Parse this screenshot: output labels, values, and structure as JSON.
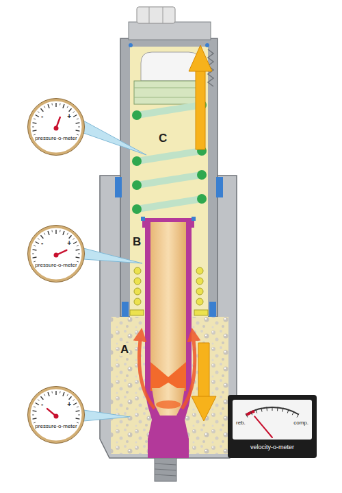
{
  "diagram": {
    "nodes": [
      {
        "text": [
          "-",
          "+",
          "pressure-o-meter"
        ]
      },
      {
        "text": [
          "-",
          "+",
          "pressure-o-meter"
        ]
      },
      {
        "text": [
          "-",
          "+",
          "pressure-o-meter"
        ]
      },
      {
        "text": [
          "reb.",
          "comp.",
          "velocity-o-meter"
        ]
      }
    ],
    "labels": [
      "C",
      "B",
      "A"
    ]
  }
}
